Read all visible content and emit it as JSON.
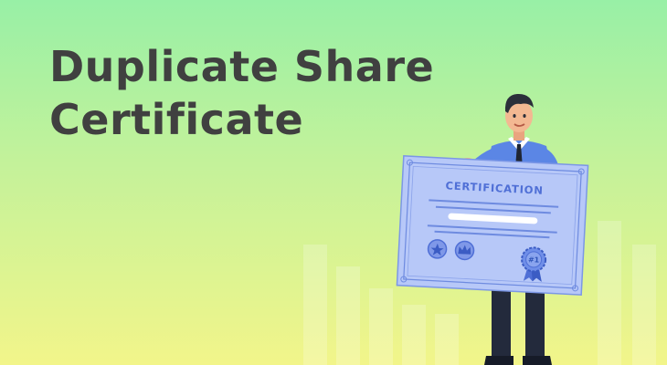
{
  "headline": {
    "line1": "Duplicate Share",
    "line2": "Certificate"
  },
  "certificate": {
    "heading": "CERTIFICATION",
    "seal_label": "#1"
  },
  "colors": {
    "background_top": "#98f0a6",
    "background_bottom": "#f2f58a",
    "headline_text": "#404040",
    "certificate_fill": "#b7c8f8",
    "certificate_accent": "#4f6fd6",
    "shirt": "#5b86e5",
    "hair": "#2b2f3a"
  }
}
